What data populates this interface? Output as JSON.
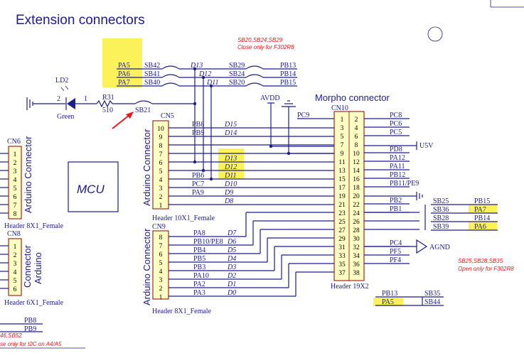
{
  "title": "Extension connectors",
  "mcu_label": "MCU",
  "morpho_title": "Morpho connector",
  "notes": {
    "sb20": "SB20,SB24,SB29",
    "sb20b": "Close only for F302R8",
    "sb25": "SB25,SB28,SB35",
    "sb25b": "Open only for F302R8",
    "bottom1": "46,SB52",
    "bottom2": "se only for I2C on A4/A5"
  },
  "led": {
    "name": "LD2",
    "color": "Green",
    "p2": "2",
    "p1": "1"
  },
  "resistor": {
    "name": "R31",
    "value": "510"
  },
  "sb21": "SB21",
  "top_left_pins": [
    "PA5",
    "PA6",
    "PA7"
  ],
  "top_left_sbs": [
    "SB42",
    "SB41",
    "SB40"
  ],
  "top_d": [
    "D13",
    "D12",
    "D11"
  ],
  "top_right_sbs": [
    "SB29",
    "SB24",
    "SB20"
  ],
  "top_right_pins": [
    "PB13",
    "PB14",
    "PB15"
  ],
  "avdd": "AVDD",
  "u5v": "U5V",
  "agnd": "AGND",
  "cn5": {
    "ref": "CN5",
    "label": "Arduino Connector",
    "footer": "Header 10X1_Female",
    "nums": [
      "10",
      "9",
      "8",
      "7",
      "6",
      "5",
      "4",
      "3",
      "2",
      "1"
    ],
    "ports": [
      "PB8",
      "PB9",
      "",
      "",
      "",
      "",
      "PB6",
      "PC7",
      "PA9"
    ],
    "dnames": [
      "D15",
      "D14",
      "",
      "",
      "D13",
      "D12",
      "D11",
      "D10",
      "D9",
      "D8"
    ]
  },
  "cn9": {
    "ref": "CN9",
    "label": "Arduino Connector",
    "footer": "Header 8X1_Female",
    "nums": [
      "8",
      "7",
      "6",
      "5",
      "4",
      "3",
      "2",
      "1"
    ],
    "ports": [
      "PA8",
      "PB10/PE8",
      "PB4",
      "PB5",
      "PB3",
      "PA10",
      "PA2",
      "PA3"
    ],
    "dnames": [
      "D7",
      "D6",
      "D5",
      "D4",
      "D3",
      "D2",
      "D1",
      "D0"
    ]
  },
  "cn6": {
    "ref": "CN6",
    "label": "Arduino Connector",
    "footer": "Header 8X1_Female",
    "nums": [
      "1",
      "2",
      "3",
      "4",
      "5",
      "6",
      "7",
      "8"
    ]
  },
  "cn8": {
    "ref": "CN8",
    "label1": "Connector",
    "label2": "Arduino",
    "footer": "Header 6X1_Female",
    "nums": [
      "1",
      "2",
      "3",
      "4",
      "5",
      "6"
    ]
  },
  "cn10": {
    "ref": "CN10",
    "footer": "Header 19X2",
    "left_nums": [
      "1",
      "3",
      "5",
      "7",
      "9",
      "11",
      "13",
      "15",
      "17",
      "19",
      "21",
      "23",
      "25",
      "27",
      "29",
      "31",
      "33",
      "35",
      "37"
    ],
    "right_nums": [
      "2",
      "4",
      "6",
      "8",
      "10",
      "12",
      "14",
      "16",
      "18",
      "20",
      "22",
      "24",
      "26",
      "28",
      "30",
      "32",
      "34",
      "36",
      "38"
    ],
    "left_signals": [
      "PC9"
    ],
    "right_signals": [
      "PC8",
      "PC6",
      "PC5",
      "",
      "PD8",
      "PA12",
      "PA11",
      "PB12",
      "PB11/PE9",
      "",
      "PB2",
      "PB1",
      "",
      "",
      "",
      "PC4",
      "PF5",
      "PF4",
      ""
    ]
  },
  "right_sb": {
    "sbs": [
      "SB25",
      "SB36",
      "SB28",
      "SB39"
    ],
    "pins": [
      "PB15",
      "PA7",
      "PB14",
      "PA6"
    ]
  },
  "bottom_sb": {
    "sbs": [
      "SB35",
      "SB44"
    ],
    "pins": [
      "PB13",
      "PA5"
    ]
  },
  "bottom_left_pins": [
    "PB8",
    "PB9"
  ]
}
